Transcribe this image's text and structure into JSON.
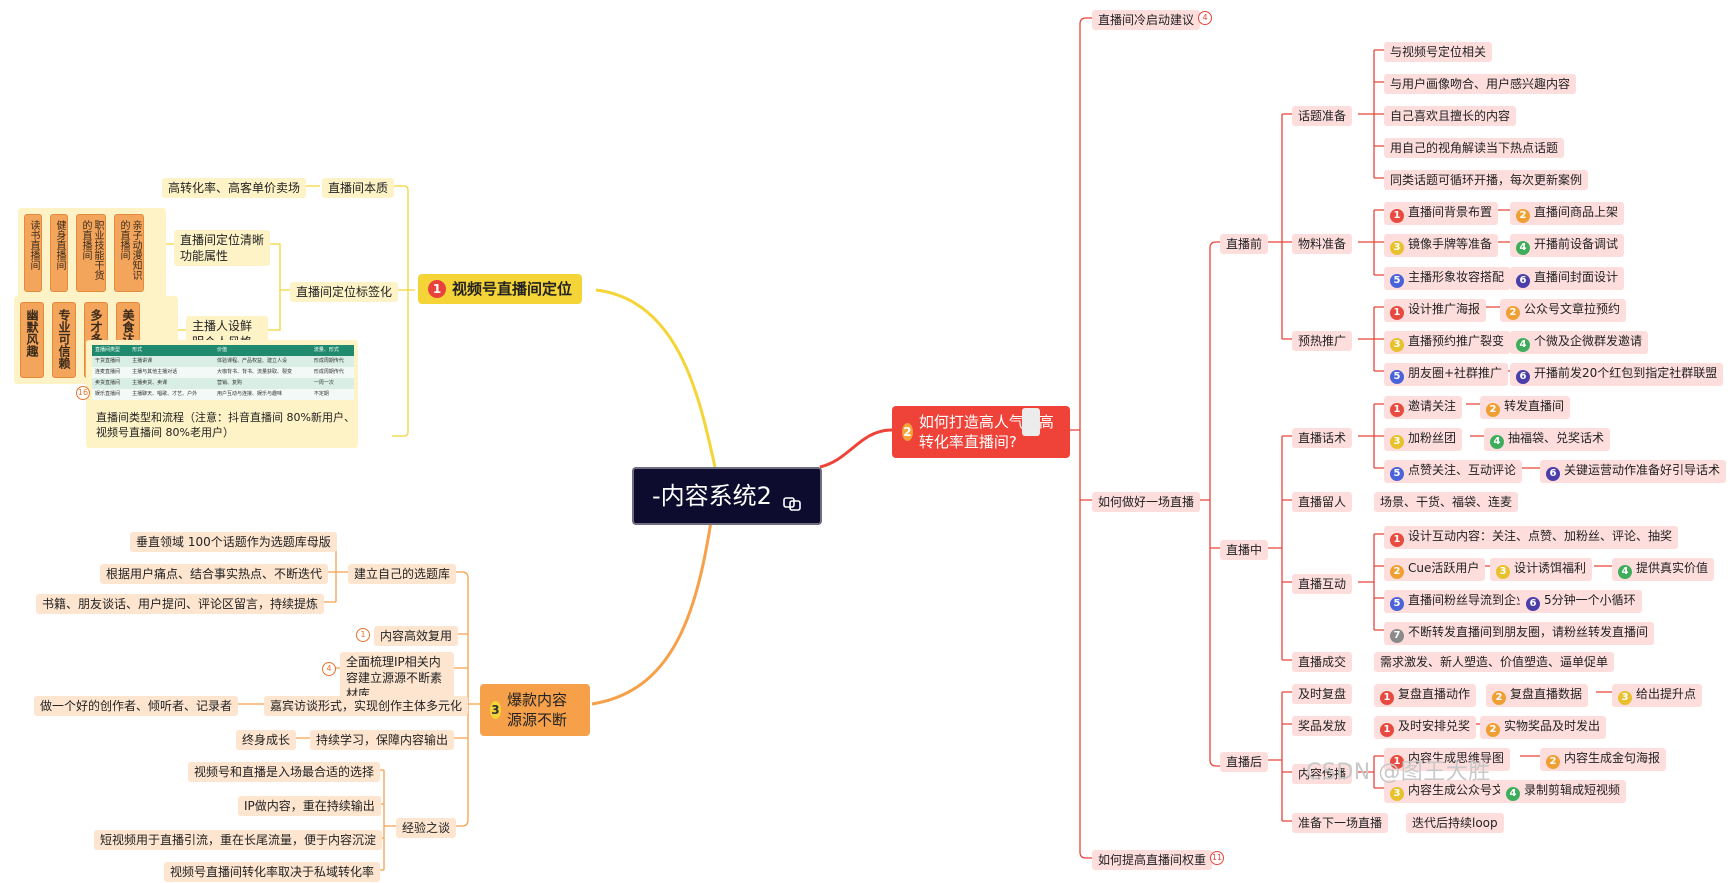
{
  "center": {
    "title": "-内容系统2"
  },
  "branch1": {
    "title": "视频号直播间定位",
    "num": "1",
    "essence": {
      "label": "直播间本质",
      "child": "高转化率、高客单价卖场"
    },
    "tag": {
      "label": "直播间定位标签化",
      "clear": "直播间定位清晰功能属性",
      "clear_tags": [
        "读书直播间",
        "健身直播间",
        "职业技能干货的直播间",
        "亲子动漫知识的直播间"
      ],
      "anchor": "主播人设鲜明个人风格",
      "anchor_tags": [
        "幽默风趣",
        "专业可信赖",
        "多才多艺",
        "美食达人"
      ]
    },
    "types": {
      "caption": "直播间类型和流程（注意：抖音直播间 80%新用户、视频号直播间 80%老用户）",
      "count": "16",
      "headers": [
        "直播间类型",
        "形式",
        "价值",
        "流量、形式"
      ],
      "rows": [
        [
          "干货直播间",
          "主播讲课",
          "体验课程、产品权益、建立人设",
          "形成周期传代"
        ],
        [
          "连麦直播间",
          "主播与其他主播对话",
          "大咖背书、背书、流量获取、裂变",
          "形成周期传代"
        ],
        [
          "卖货直播间",
          "主播卖货、卖课",
          "营销、复购",
          "一周一次"
        ],
        [
          "娱乐直播间",
          "主播聊天、唱歌、才艺、户外",
          "用户互动与连接、娱乐与趣味",
          "不定期"
        ]
      ]
    }
  },
  "branch2": {
    "title": "如何打造高人气、高转化率直播间?",
    "num": "2",
    "cold_start": {
      "label": "直播间冷启动建议",
      "count": "4"
    },
    "weight": {
      "label": "如何提高直播间权重",
      "count": "11"
    },
    "do_live": "如何做好一场直播",
    "before": {
      "label": "直播前",
      "topic": {
        "label": "话题准备",
        "items": [
          "与视频号定位相关",
          "与用户画像吻合、用户感兴趣内容",
          "自己喜欢且擅长的内容",
          "用自己的视角解读当下热点话题",
          "同类话题可循环开播，每次更新案例"
        ]
      },
      "material": {
        "label": "物料准备",
        "rows": [
          [
            "直播间背景布置",
            "直播间商品上架"
          ],
          [
            "镜像手牌等准备",
            "开播前设备调试"
          ],
          [
            "主播形象妆容搭配",
            "直播间封面设计"
          ]
        ]
      },
      "warmup": {
        "label": "预热推广",
        "rows": [
          [
            "设计推广海报",
            "公众号文章拉预约"
          ],
          [
            "直播预约推广裂变",
            "个微及企微群发邀请"
          ],
          [
            "朋友圈+社群推广",
            "开播前发20个红包到指定社群联盟"
          ]
        ]
      }
    },
    "during": {
      "label": "直播中",
      "script": {
        "label": "直播话术",
        "rows": [
          [
            "邀请关注",
            "转发直播间"
          ],
          [
            "加粉丝团",
            "抽福袋、兑奖话术"
          ],
          [
            "点赞关注、互动评论",
            "关键运营动作准备好引导话术"
          ]
        ]
      },
      "retain": {
        "label": "直播留人",
        "child": "场景、干货、福袋、连麦"
      },
      "interact": {
        "label": "直播互动",
        "i1": "设计互动内容：关注、点赞、加粉丝、评论、抽奖",
        "i2": [
          "Cue活跃用户",
          "设计诱饵福利",
          "提供真实价值"
        ],
        "i3": [
          "直播间粉丝导流到企业微信",
          "5分钟一个小循环"
        ],
        "i4": "不断转发直播间到朋友圈，请粉丝转发直播间"
      },
      "deal": {
        "label": "直播成交",
        "child": "需求激发、新人塑造、价值塑造、逼单促单"
      }
    },
    "after": {
      "label": "直播后",
      "review": {
        "label": "及时复盘",
        "items": [
          "复盘直播动作",
          "复盘直播数据",
          "给出提升点"
        ]
      },
      "prize": {
        "label": "奖品发放",
        "items": [
          "及时安排兑奖",
          "实物奖品及时发出"
        ]
      },
      "spread": {
        "label": "内容传播",
        "rows": [
          [
            "内容生成思维导图",
            "内容生成金句海报"
          ],
          [
            "内容生成公众号文章",
            "录制剪辑成短视频"
          ]
        ]
      },
      "next": {
        "label": "准备下一场直播",
        "child": "迭代后持续loop"
      }
    }
  },
  "branch3": {
    "title": "爆款内容源源不断",
    "num": "3",
    "library": {
      "label": "建立自己的选题库",
      "items": [
        "垂直领域 100个话题作为选题库母版",
        "根据用户痛点、结合事实热点、不断迭代",
        "书籍、朋友谈话、用户提问、评论区留言，持续提炼"
      ]
    },
    "reuse": {
      "label": "内容高效复用",
      "count": "1"
    },
    "ip": {
      "label": "全面梳理IP相关内容建立源源不断素材库",
      "count": "4"
    },
    "guest": {
      "label": "嘉宾访谈形式，实现创作主体多元化",
      "child": "做一个好的创作者、倾听者、记录者"
    },
    "learn": {
      "label": "持续学习，保障内容输出",
      "child": "终身成长"
    },
    "exp": {
      "label": "经验之谈",
      "items": [
        "视频号和直播是入场最合适的选择",
        "IP做内容，重在持续输出",
        "短视频用于直播引流，重在长尾流量，便于内容沉淀",
        "视频号直播间转化率取决于私域转化率"
      ]
    }
  },
  "watermark": "CSDN @图王大胜",
  "colors": {
    "yellow": "#f5d437",
    "red": "#ef4238",
    "orange": "#f6a04a",
    "center": "#0d0b2e"
  }
}
